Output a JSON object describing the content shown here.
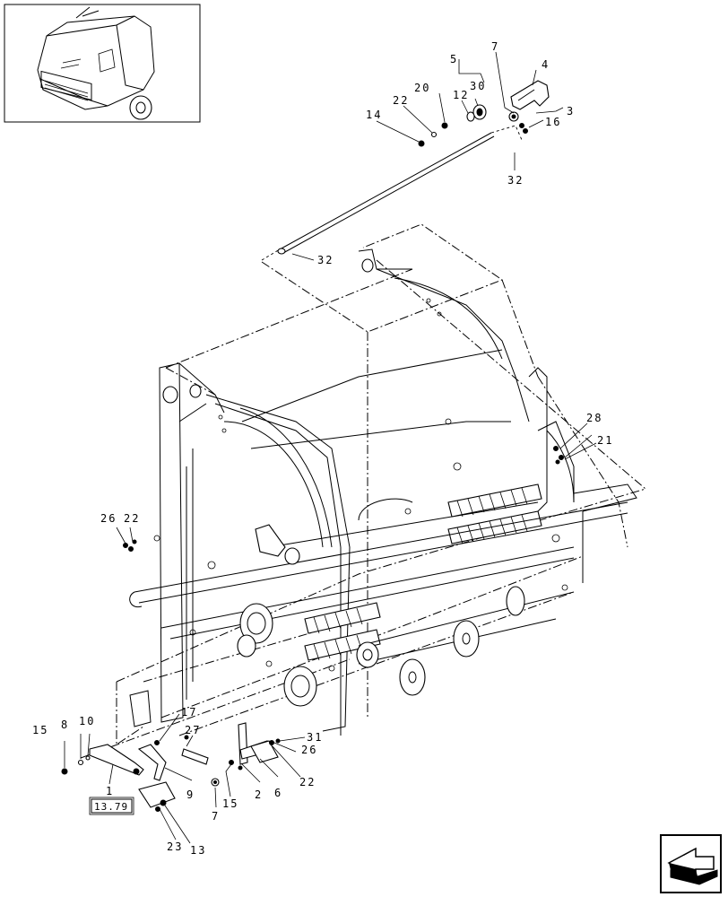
{
  "reference_box": "13.79",
  "callouts": {
    "c1": "1",
    "c2": "2",
    "c3": "3",
    "c4": "4",
    "c5": "5",
    "c6": "6",
    "c7_top": "7",
    "c7_bottom": "7",
    "c8": "8",
    "c9": "9",
    "c10": "10",
    "c12": "12",
    "c13": "13",
    "c14": "14",
    "c15_left": "15",
    "c15_mid": "15",
    "c16": "16",
    "c17": "17",
    "c20": "20",
    "c21": "21",
    "c22_top": "22",
    "c22_left": "22",
    "c22_bottom": "22",
    "c23": "23",
    "c26_left": "26",
    "c26_right": "26",
    "c27": "27",
    "c28": "28",
    "c30": "30",
    "c31": "31",
    "c32_upper": "32",
    "c32_lower": "32"
  },
  "icons": {
    "thumbnail": "baler-overview-thumbnail",
    "nav": "previous-page-arrow-icon"
  }
}
